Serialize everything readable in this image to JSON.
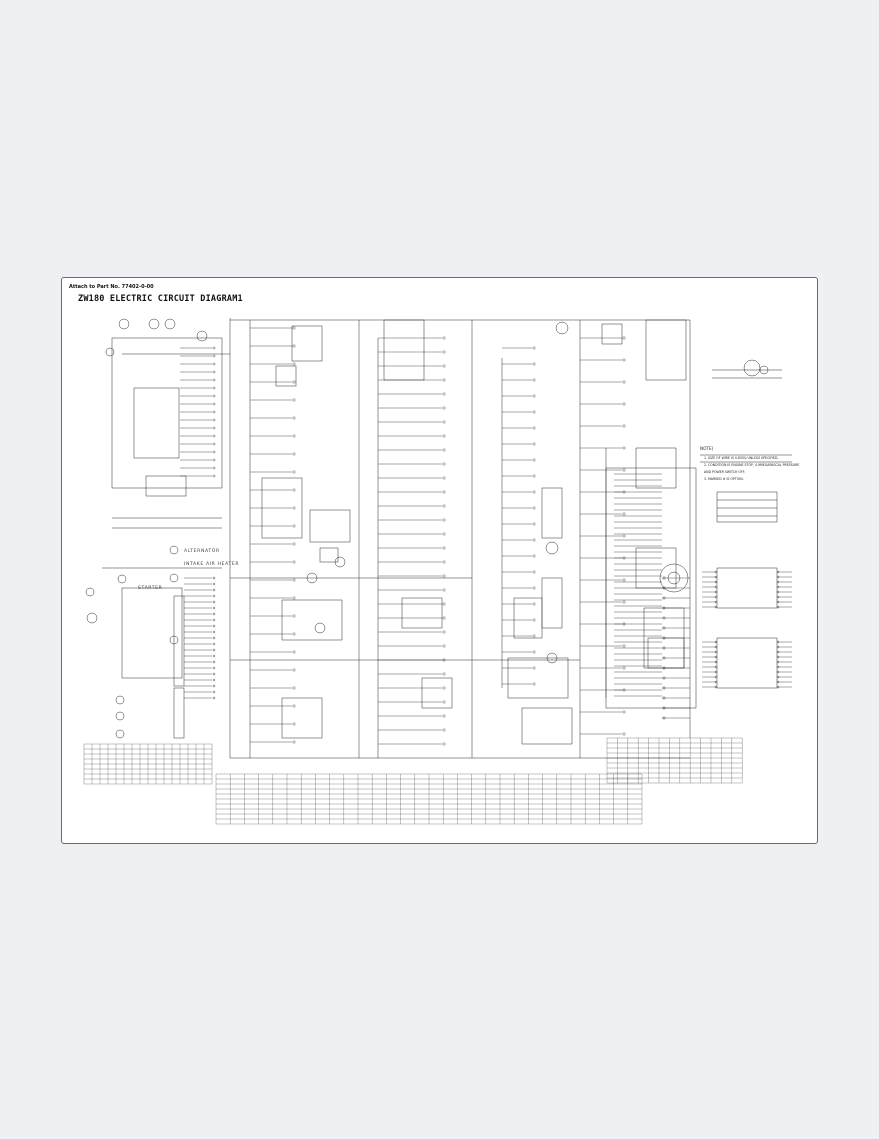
{
  "document": {
    "attach_note": "Attach to Part No. 77402-0-00",
    "title": "ZW180 ELECTRIC CIRCUIT DIAGRAM1"
  },
  "labels": {
    "alternator": "ALTERNATOR",
    "intake_air_heater": "INTAKE AIR HEATER",
    "starter": "STARTER"
  },
  "notes": {
    "heading": "NOTE)",
    "lines": [
      "1. SIZE OF WIRE IS 0.85SQ UNLESS SPECIFIED.",
      "2. CONDITION IS ENGINE STOP, 4.9MEGAPASCAL PRESSURE",
      "   AND POWER SWITCH OFF.",
      "3. MARKED ※ IS OPTION."
    ]
  },
  "colors": {
    "background": "#eef0f4",
    "sheet": "#ffffff",
    "border": "#6a6a6a",
    "ink": "#222222"
  }
}
